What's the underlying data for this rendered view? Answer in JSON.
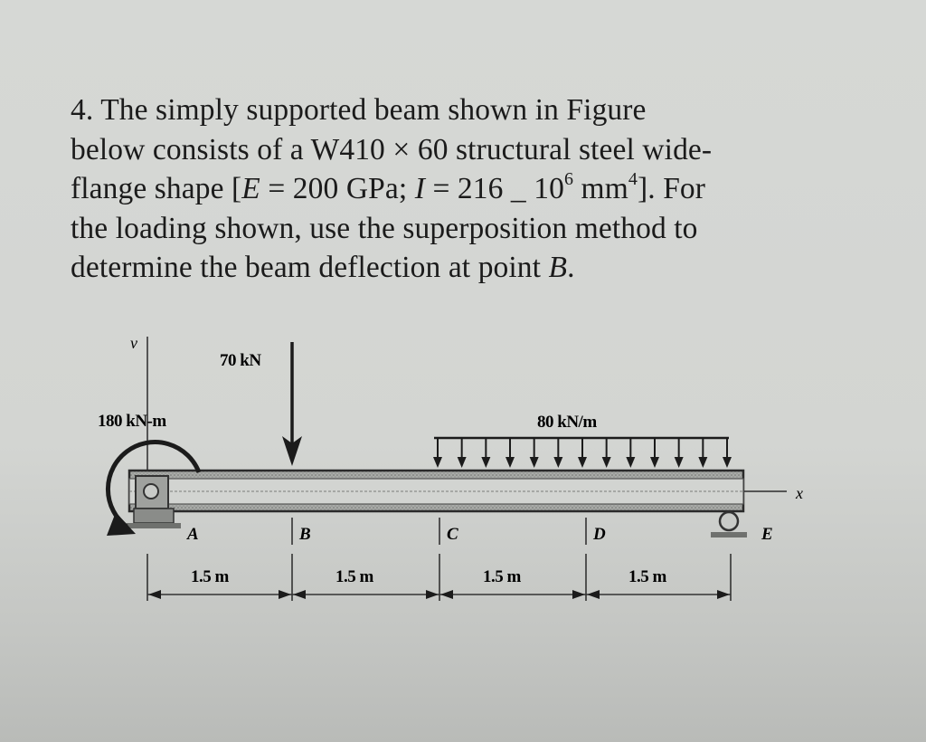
{
  "problem": {
    "line1": "4. The simply supported beam shown in Figure",
    "line2": "below consists of a W410 × 60 structural steel wide-",
    "line3_a": "flange shape [",
    "line3_E": "E",
    "line3_b": " = 200 GPa; ",
    "line3_I": "I",
    "line3_c": " = 216 _ 10",
    "line3_exp6": "6",
    "line3_d": " mm",
    "line3_exp4": "4",
    "line3_e": "]. For",
    "line4": "the loading shown, use the superposition method to",
    "line5_a": "determine the beam deflection at point ",
    "line5_B": "B",
    "line5_b": "."
  },
  "figure": {
    "axis_v": "v",
    "axis_x": "x",
    "moment_label": "180 kN-m",
    "point_load_label": "70 kN",
    "distributed_load_label": "80 kN/m",
    "points": [
      "A",
      "B",
      "C",
      "D",
      "E"
    ],
    "spans": [
      "1.5 m",
      "1.5 m",
      "1.5 m",
      "1.5 m"
    ]
  }
}
